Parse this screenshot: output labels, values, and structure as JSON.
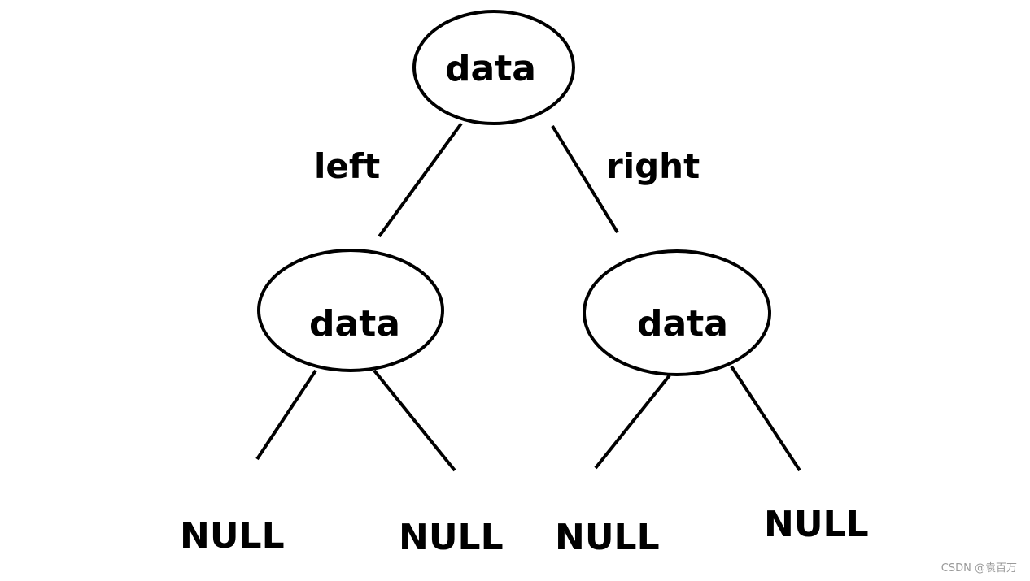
{
  "tree": {
    "root": {
      "label": "data"
    },
    "left_child": {
      "label": "data"
    },
    "right_child": {
      "label": "data"
    },
    "edge_labels": {
      "left": "left",
      "right": "right"
    },
    "leaves": [
      "NULL",
      "NULL",
      "NULL",
      "NULL"
    ]
  },
  "watermark": "CSDN @袁百万"
}
